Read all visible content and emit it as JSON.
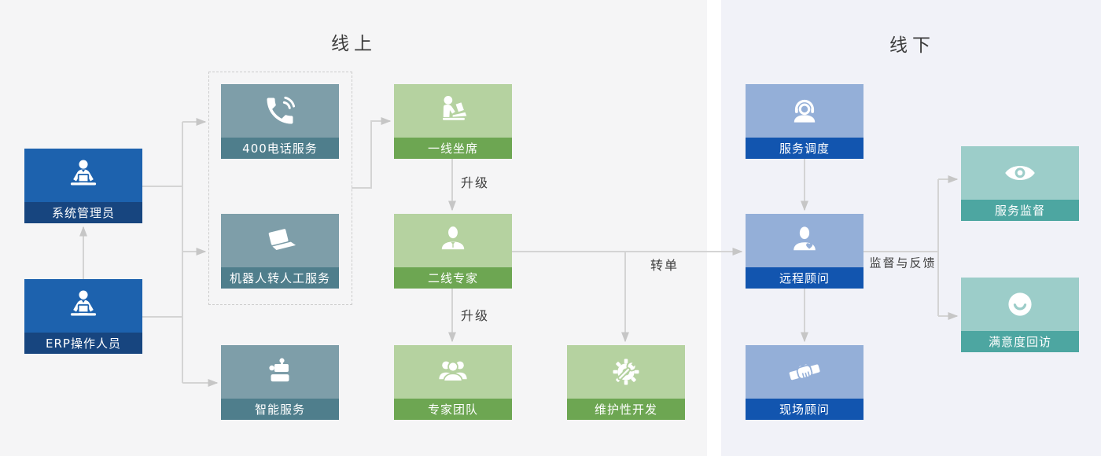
{
  "sections": {
    "online": {
      "title": "线上"
    },
    "offline": {
      "title": "线下"
    }
  },
  "nodes": {
    "sys_admin": {
      "label": "系统管理员",
      "icon": "operator-desk-icon",
      "theme": "blue"
    },
    "erp_operator": {
      "label": "ERP操作人员",
      "icon": "operator-desk-icon",
      "theme": "blue"
    },
    "phone_400": {
      "label": "400电话服务",
      "icon": "phone-call-icon",
      "theme": "slate"
    },
    "robot_to_human": {
      "label": "机器人转人工服务",
      "icon": "laptop-icon",
      "theme": "slate"
    },
    "smart_service": {
      "label": "智能服务",
      "icon": "robot-icon",
      "theme": "slate"
    },
    "first_line_agent": {
      "label": "一线坐席",
      "icon": "agent-laptop-icon",
      "theme": "green"
    },
    "second_line_expert": {
      "label": "二线专家",
      "icon": "person-icon",
      "theme": "green"
    },
    "expert_team": {
      "label": "专家团队",
      "icon": "team-icon",
      "theme": "green"
    },
    "maintenance_dev": {
      "label": "维护性开发",
      "icon": "gear-wrench-icon",
      "theme": "green"
    },
    "service_dispatch": {
      "label": "服务调度",
      "icon": "headset-person-icon",
      "theme": "periwinkle"
    },
    "remote_consultant": {
      "label": "远程顾问",
      "icon": "person-heart-icon",
      "theme": "periwinkle"
    },
    "onsite_consultant": {
      "label": "现场顾问",
      "icon": "handshake-icon",
      "theme": "periwinkle"
    },
    "service_supervision": {
      "label": "服务监督",
      "icon": "eye-icon",
      "theme": "teal"
    },
    "satisfaction_callback": {
      "label": "满意度回访",
      "icon": "smile-icon",
      "theme": "teal"
    }
  },
  "edge_labels": {
    "upgrade_first_to_second": "升级",
    "upgrade_second_to_team": "升级",
    "transfer_order": "转单",
    "supervision_feedback": "监督与反馈"
  },
  "colors": {
    "bg_online": "#f5f5f6",
    "bg_offline": "#f1f2f8",
    "blue_body": "#1d62ae",
    "blue_band": "#17457f",
    "slate_body": "#7e9ea9",
    "slate_band": "#4f7e8c",
    "green_body": "#b5d2a0",
    "green_band": "#6da652",
    "periwinkle_body": "#94afd8",
    "periwinkle_band": "#1255af",
    "teal_body": "#9ccdc9",
    "teal_band": "#4da6a1",
    "connector": "#d4d4d4",
    "arrowhead": "#c6c6c6",
    "title_text": "#3b3b3b"
  }
}
